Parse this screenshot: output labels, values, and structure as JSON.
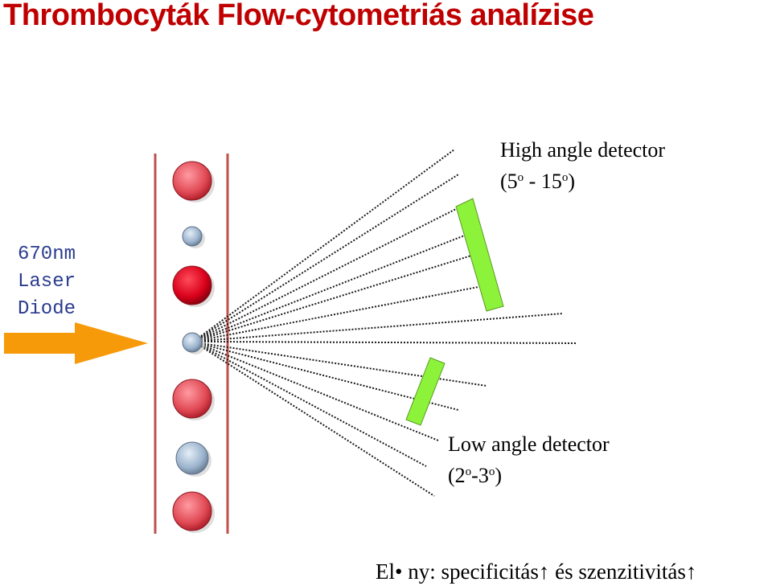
{
  "title": "Thrombocyták Flow-cytometriás analízise",
  "laser": {
    "line1": "670nm",
    "line2": "Laser",
    "line3": "Diode"
  },
  "high_detector": {
    "name": "High angle detector",
    "angle_open": "(5",
    "deg1": "o",
    "angle_mid": " - 15",
    "deg2": "o",
    "angle_close": ")"
  },
  "low_detector": {
    "name": "Low angle detector",
    "angle_open": "(2",
    "deg1": "o",
    "angle_mid": "-3",
    "deg2": "o",
    "angle_close": ")"
  },
  "note": {
    "text": "El• ny: specificitás",
    "arrow1": "↑",
    "text2": " és szenzitivitás",
    "arrow2": "↑"
  },
  "colors": {
    "title": "#c00000",
    "tube": "#c0504d",
    "arrow": "#f79a0a",
    "detector": "#8cf33a",
    "cell_red": "#e04a55",
    "cell_dark_red": "#d9001a",
    "cell_gray": "#9bb3cc"
  },
  "cells": [
    {
      "kind": "red"
    },
    {
      "kind": "gray"
    },
    {
      "kind": "dark_red"
    },
    {
      "kind": "gray"
    },
    {
      "kind": "red"
    },
    {
      "kind": "gray"
    },
    {
      "kind": "red"
    }
  ]
}
